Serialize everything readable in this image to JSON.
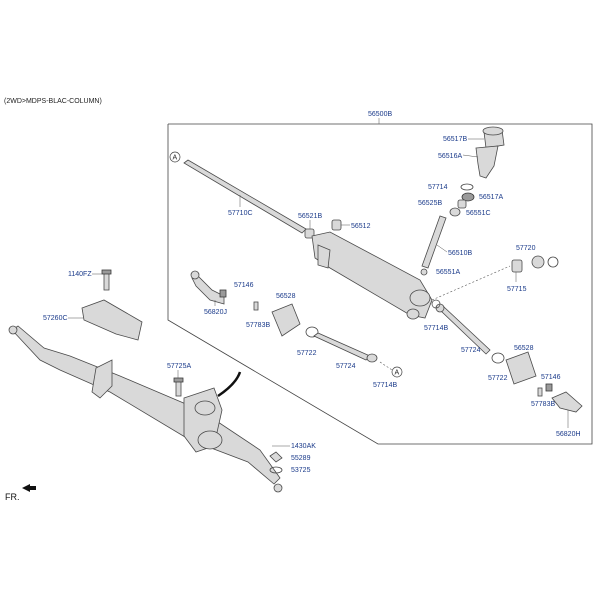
{
  "header": {
    "variant": "(2WD>MDPS-BLAC-COLUMN)"
  },
  "direction": {
    "label": "FR."
  },
  "assembly_label": "56500B",
  "ref_marker": "A",
  "colors": {
    "label": "#1a3a8a",
    "part_fill": "#d9d9d9",
    "part_stroke": "#4a4a4a"
  },
  "parts": {
    "p56517B": "56517B",
    "p56516A": "56516A",
    "p57714_top": "57714",
    "p56517A": "56517A",
    "p56525B": "56525B",
    "p56551C": "56551C",
    "p57710C": "57710C",
    "p56521B": "56521B",
    "p56512": "56512",
    "p56510B": "56510B",
    "p57720": "57720",
    "p56551A": "56551A",
    "p57715": "57715",
    "p57146_left": "57146",
    "p56528_left": "56528",
    "p56820J": "56820J",
    "p57783B_left": "57783B",
    "p57714B_mid": "57714B",
    "p57722_left": "57722",
    "p57724_left": "57724",
    "p57714B_low": "57714B",
    "p57724_right": "57724",
    "p56528_right": "56528",
    "p57722_right": "57722",
    "p57146_right": "57146",
    "p57783B_right": "57783B",
    "p56820H": "56820H",
    "p1140FZ": "1140FZ",
    "p57260C": "57260C",
    "p57725A": "57725A",
    "p1430AK": "1430AK",
    "p55289": "55289",
    "p53725": "53725"
  }
}
